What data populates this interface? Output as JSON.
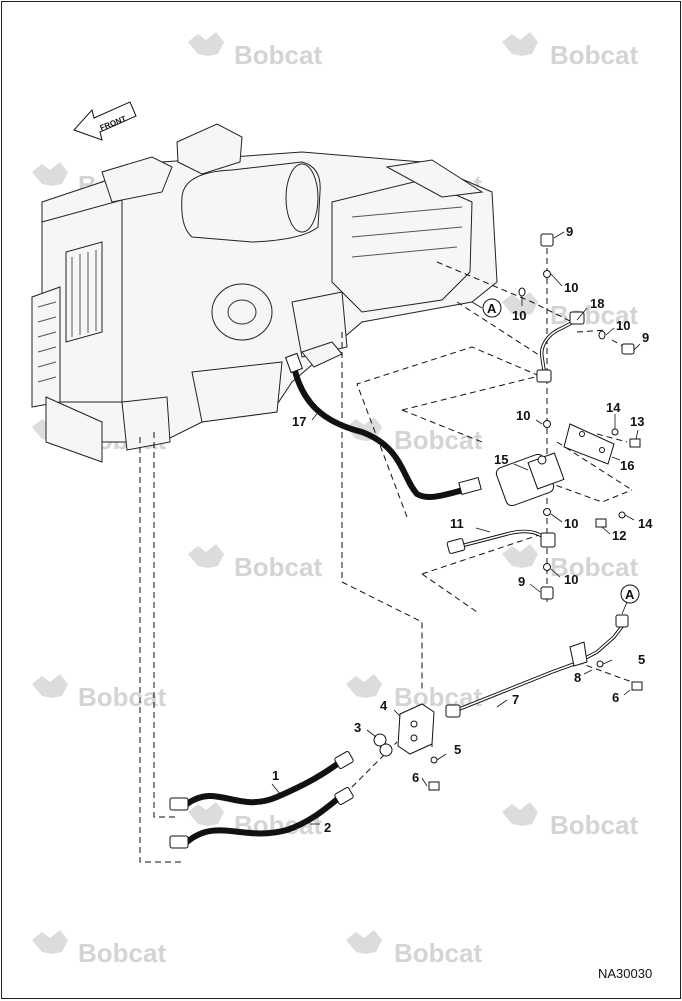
{
  "watermark": {
    "brand": "Bobcat"
  },
  "front_arrow": {
    "label": "FRONT"
  },
  "figure_id": "NA30030",
  "ref_marker": "A",
  "callouts": {
    "c1": "1",
    "c2": "2",
    "c3": "3",
    "c4": "4",
    "c5a": "5",
    "c5b": "5",
    "c6a": "6",
    "c6b": "6",
    "c7": "7",
    "c8": "8",
    "c9a": "9",
    "c9b": "9",
    "c9c": "9",
    "c10a": "10",
    "c10b": "10",
    "c10c": "10",
    "c10d": "10",
    "c10e": "10",
    "c10f": "10",
    "c11": "11",
    "c12": "12",
    "c13": "13",
    "c14a": "14",
    "c14b": "14",
    "c15": "15",
    "c16": "16",
    "c17": "17",
    "c18": "18"
  }
}
